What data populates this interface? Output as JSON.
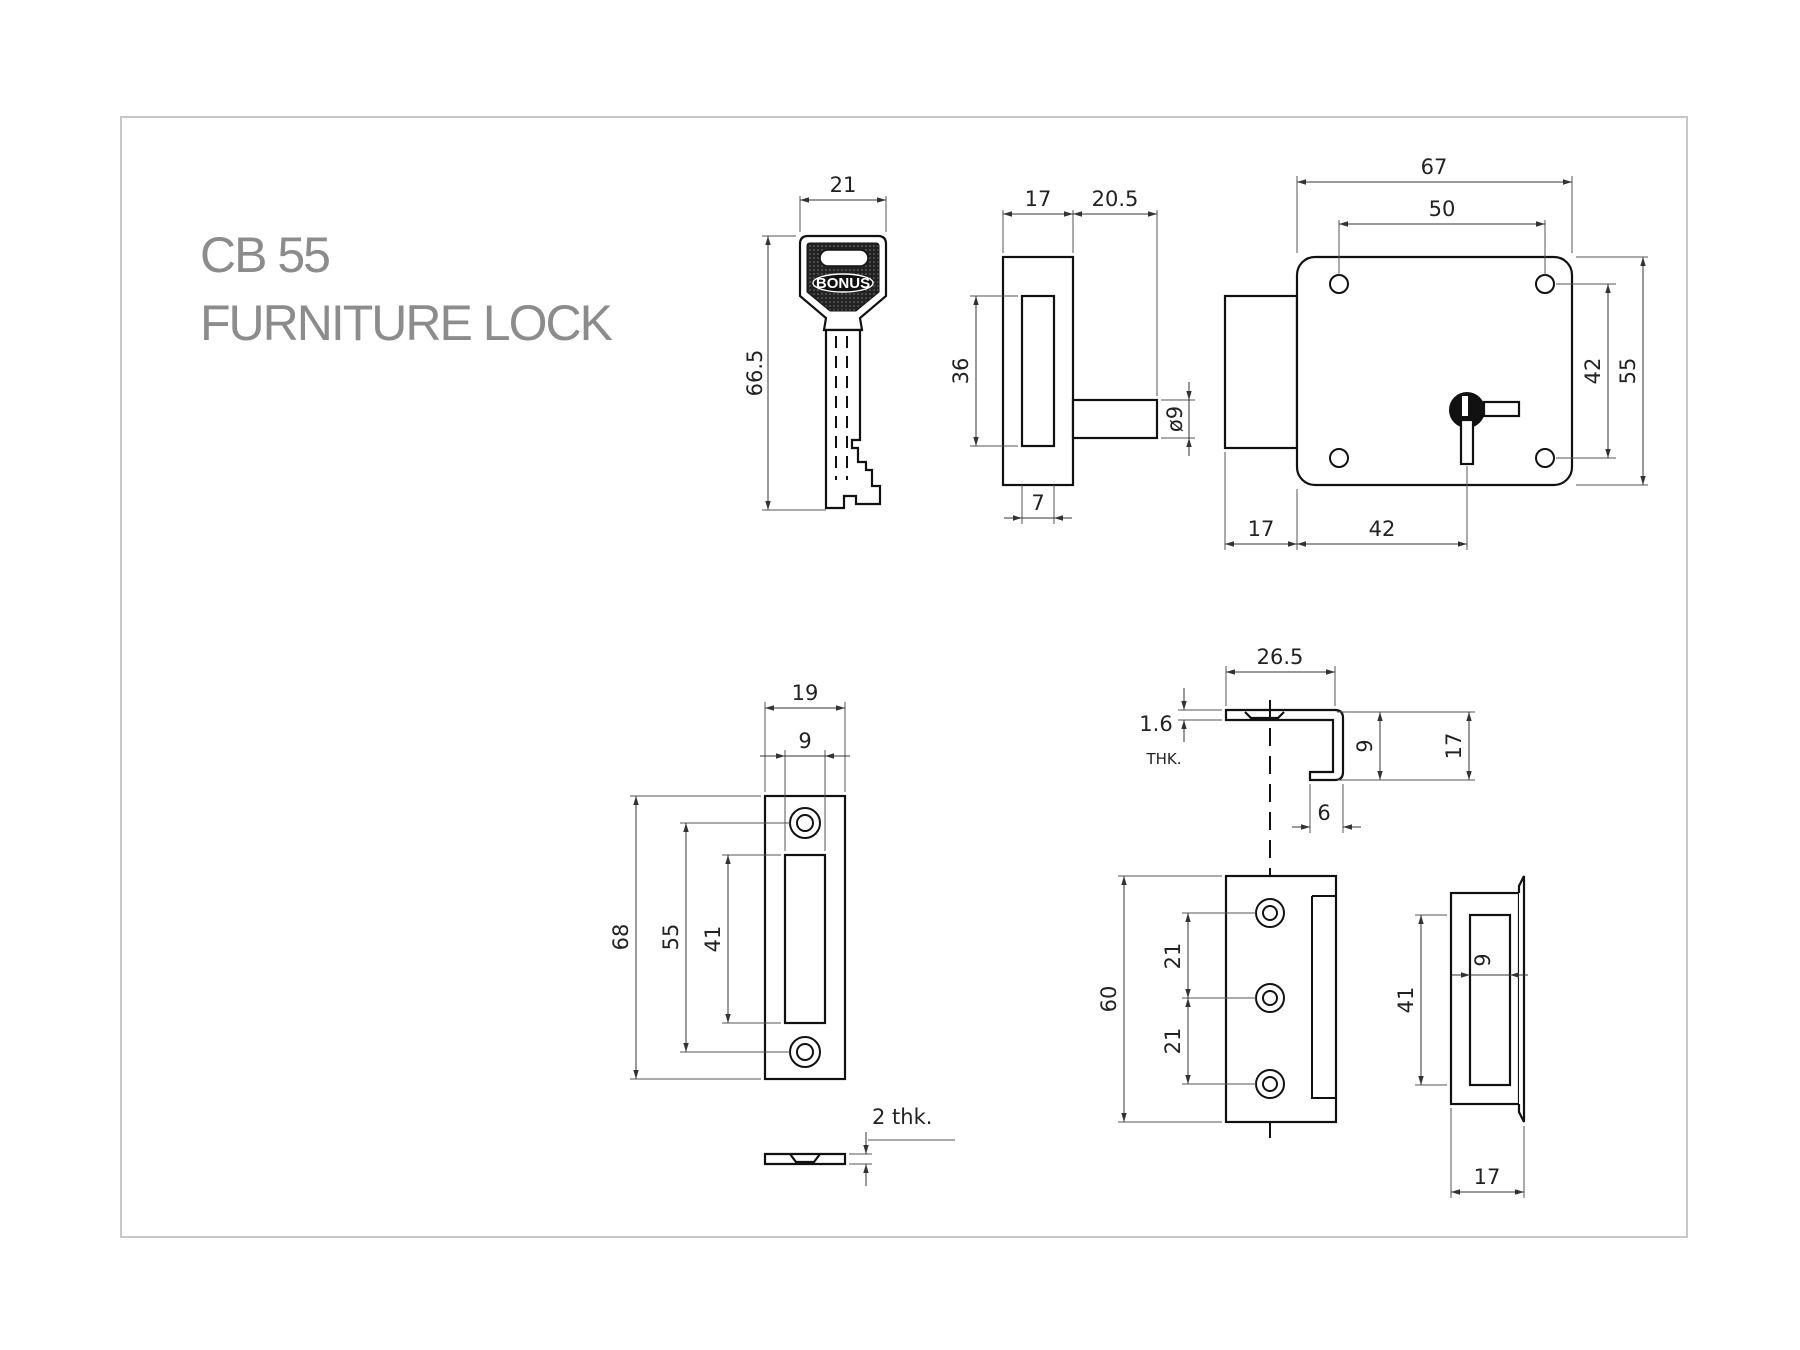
{
  "title": {
    "code": "CB 55",
    "name": "FURNITURE LOCK"
  },
  "logo": "BONUS",
  "dimensions": {
    "key": {
      "width": "21",
      "length": "66.5"
    },
    "side_view": {
      "body_depth": "17",
      "spindle_length": "20.5",
      "bolt_height": "36",
      "spindle_diameter": "ø9",
      "bolt_width": "7"
    },
    "front_view": {
      "overall_width": "67",
      "hole_spacing_x": "50",
      "hole_spacing_y": "42",
      "overall_height": "55",
      "projection": "17",
      "keyhole_offset": "42"
    },
    "strike_plate": {
      "width": "19",
      "slot_width": "9",
      "height": "68",
      "hole_spacing": "55",
      "slot_length": "41",
      "thickness": "2 thk."
    },
    "box_strike": {
      "top_width": "26.5",
      "plate_thickness": "1.6",
      "plate_thickness_suffix": "THK.",
      "inner_gap": "9",
      "depth": "17",
      "lip": "6",
      "height": "60",
      "hole_spacing_upper": "21",
      "hole_spacing_lower": "21",
      "slot_length": "41",
      "slot_width": "9",
      "end_depth": "17"
    }
  }
}
